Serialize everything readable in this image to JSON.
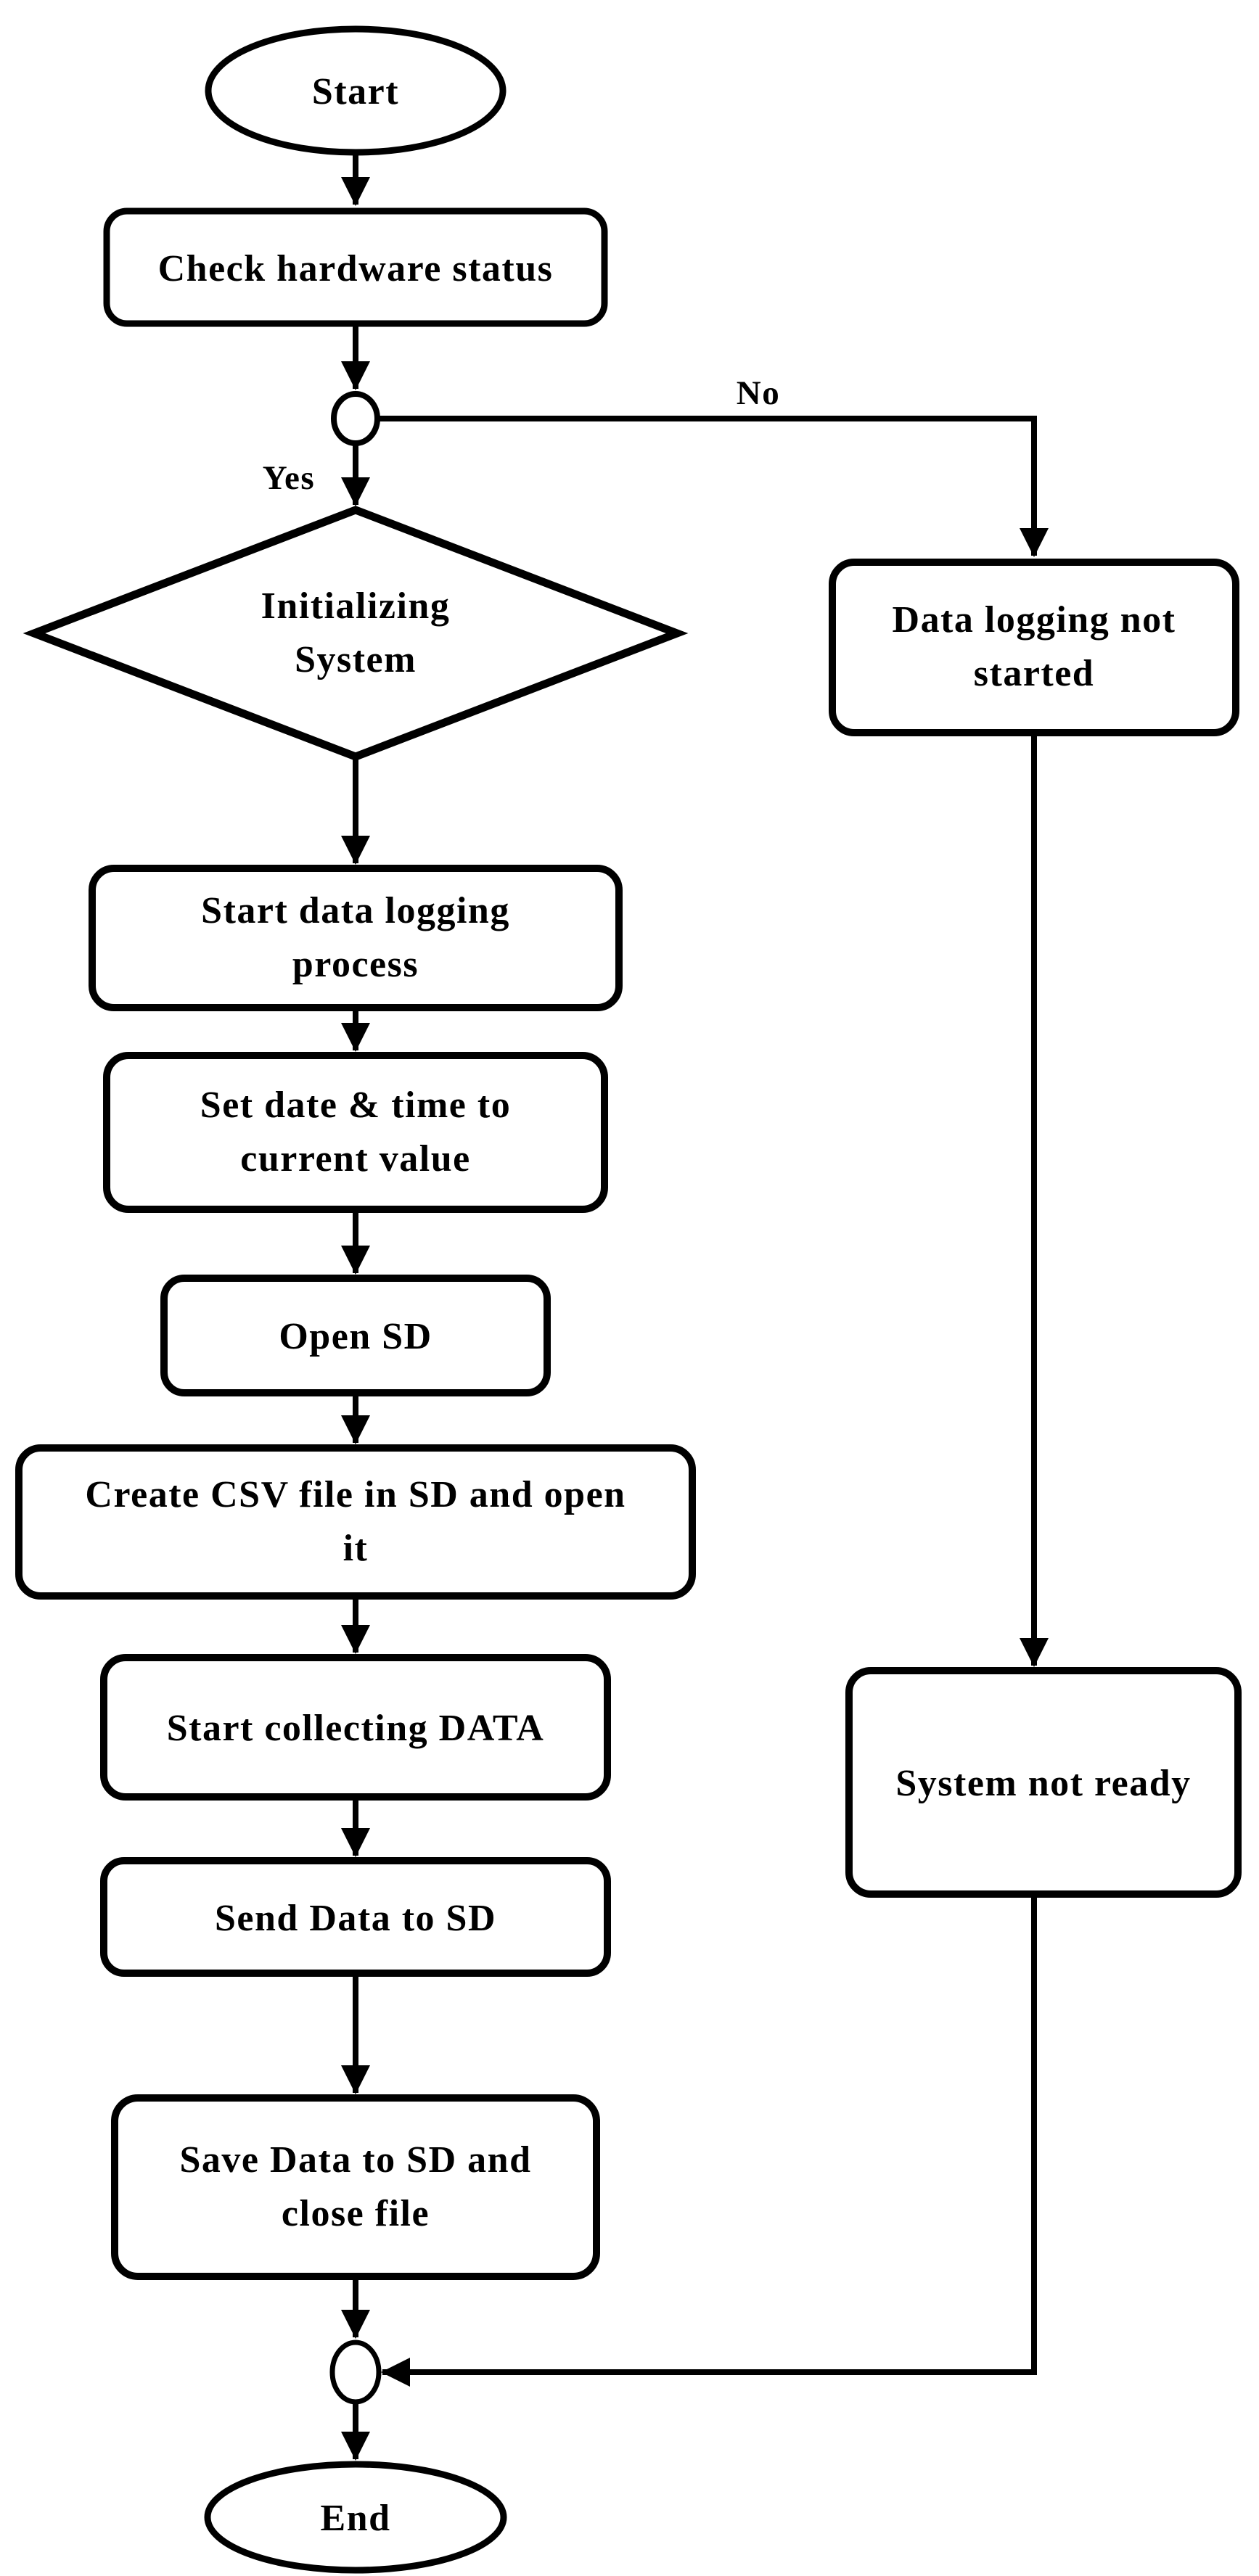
{
  "diagram_type": "flowchart",
  "colors": {
    "stroke": "#000000",
    "shape_fill": "#ffffff",
    "background": "#ffffff"
  },
  "nodes": {
    "start": {
      "label": "Start",
      "shape": "terminator"
    },
    "check_hardware": {
      "label": "Check hardware status",
      "shape": "process"
    },
    "initializing": {
      "line1": "Initializing",
      "line2": "System",
      "shape": "decision"
    },
    "start_logging": {
      "line1": "Start data logging",
      "line2": "process",
      "shape": "process"
    },
    "set_datetime": {
      "line1": "Set date & time to",
      "line2": "current value",
      "shape": "process"
    },
    "open_sd": {
      "label": "Open SD",
      "shape": "process"
    },
    "create_csv": {
      "line1": "Create CSV file in SD and open",
      "line2": "it",
      "shape": "process"
    },
    "collect_data": {
      "label": "Start collecting DATA",
      "shape": "process"
    },
    "send_data": {
      "label": "Send Data to SD",
      "shape": "process"
    },
    "save_data": {
      "line1": "Save Data to SD and",
      "line2": "close file",
      "shape": "process"
    },
    "not_started": {
      "line1": "Data logging not",
      "line2": "started",
      "shape": "process"
    },
    "not_ready": {
      "label": "System not ready",
      "shape": "process"
    },
    "end": {
      "label": "End",
      "shape": "terminator"
    }
  },
  "edge_labels": {
    "no": "No",
    "yes": "Yes"
  }
}
